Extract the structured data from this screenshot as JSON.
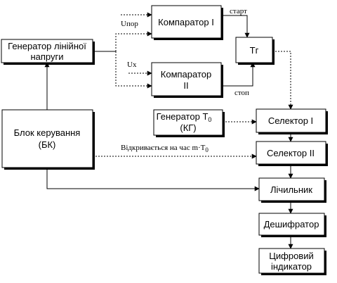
{
  "blocks": {
    "generator_line": [
      "Генератор лінійної",
      "напруги"
    ],
    "comparator1": "Компаратор I",
    "comparator2": [
      "Компаратор",
      "II"
    ],
    "tg": "Тг",
    "generator_t0": [
      "Генератор T",
      "0",
      "(КГ)"
    ],
    "control": [
      "Блок керування",
      "(БК)"
    ],
    "selector1": "Селектор I",
    "selector2": "Селектор II",
    "counter": "Лічильник",
    "decoder": "Дешифратор",
    "indicator": [
      "Цифровий",
      "індикатор"
    ]
  },
  "signals": {
    "u_threshold": "Uпор",
    "u_x": "Ux",
    "start": "старт",
    "stop": "стоп",
    "open_time": "Відкривається на час m·T",
    "open_time_sub": "0"
  }
}
